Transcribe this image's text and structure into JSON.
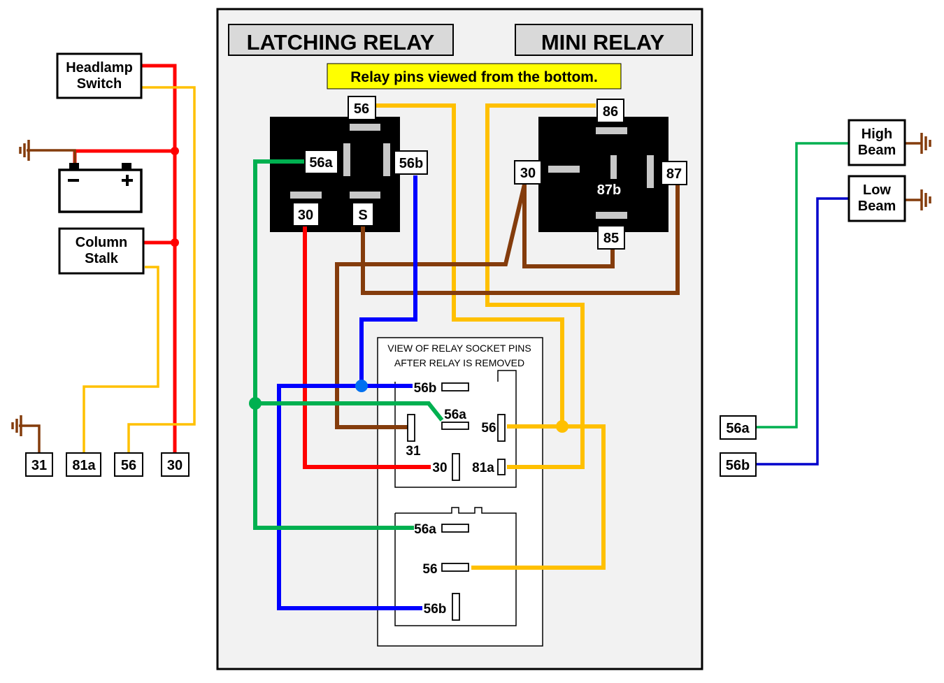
{
  "titles": {
    "latching": "LATCHING RELAY",
    "mini": "MINI RELAY",
    "note": "Relay pins viewed from the bottom."
  },
  "left": {
    "headlamp_l1": "Headlamp",
    "headlamp_l2": "Switch",
    "stalk_l1": "Column",
    "stalk_l2": "Stalk",
    "terminals": [
      "31",
      "81a",
      "56",
      "30"
    ]
  },
  "latching_pins": {
    "p56": "56",
    "p56a": "56a",
    "p56b": "56b",
    "p30": "30",
    "pS": "S"
  },
  "mini_pins": {
    "p86": "86",
    "p30": "30",
    "p87b": "87b",
    "p87": "87",
    "p85": "85"
  },
  "socket": {
    "caption_l1": "VIEW OF RELAY SOCKET PINS",
    "caption_l2": "AFTER RELAY IS REMOVED",
    "upper": {
      "p56b": "56b",
      "p56a": "56a",
      "p56": "56",
      "p31": "31",
      "p30": "30",
      "p81a": "81a"
    },
    "lower": {
      "p56a": "56a",
      "p56": "56",
      "p56b": "56b"
    }
  },
  "right": {
    "high_l1": "High",
    "high_l2": "Beam",
    "low_l1": "Low",
    "low_l2": "Beam",
    "t56a": "56a",
    "t56b": "56b"
  },
  "colors": {
    "red": "#ff0000",
    "yellow": "#ffc000",
    "green": "#00b050",
    "blue": "#0000ff",
    "brown": "#843c0c",
    "note_bg": "#ffff00",
    "panel_bg": "#f2f2f2"
  }
}
